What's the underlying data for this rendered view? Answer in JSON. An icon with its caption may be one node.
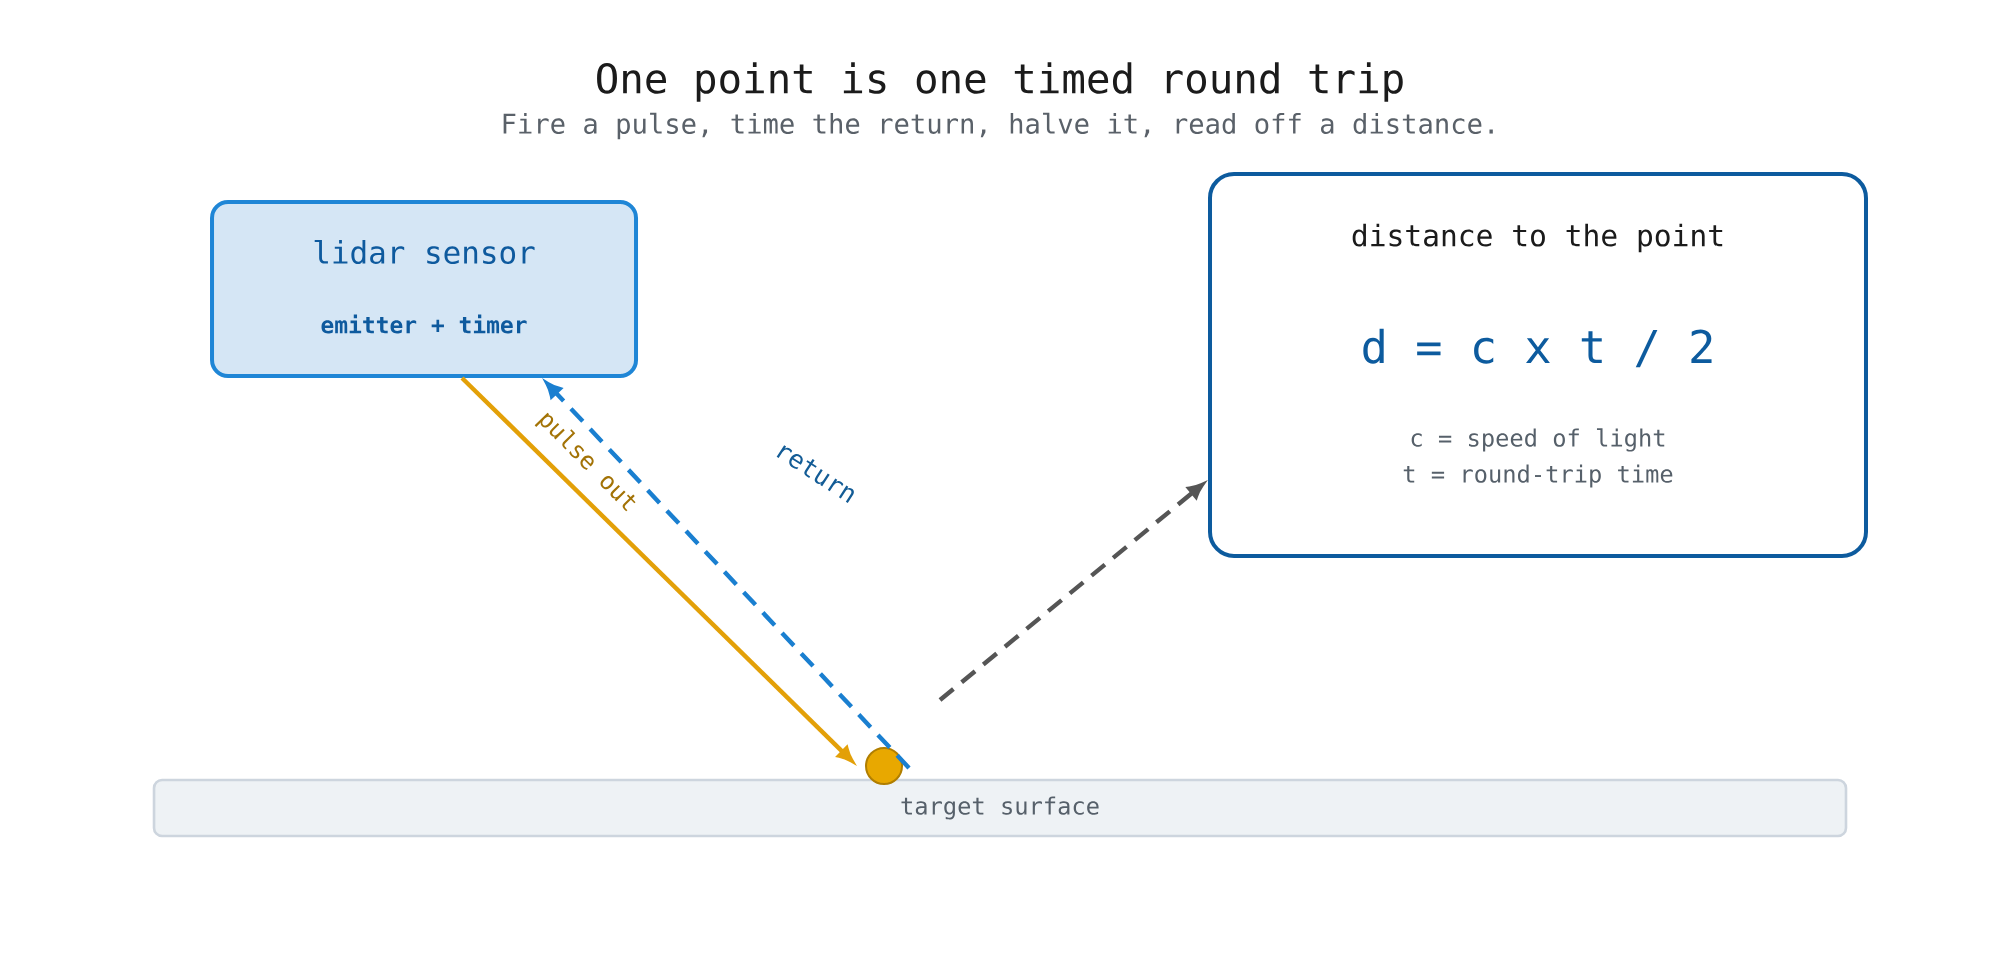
{
  "diagram": {
    "title": "One point is one timed round trip",
    "nodes": [
      {
        "text": [
          "lidar sensor",
          "emitter + timer"
        ]
      },
      {
        "text": [
          "distance to the point",
          "d = c x t / 2",
          "c = speed of light",
          "t = round-trip time"
        ]
      },
      {
        "text": [
          "target surface"
        ]
      },
      {
        "text": [],
        "shape": "circle"
      }
    ],
    "edges": [
      {
        "from": 0,
        "to": 3,
        "arrow": "to",
        "label": "pulse out",
        "color": "#e3a008"
      },
      {
        "from": 3,
        "to": 0,
        "arrow": "to",
        "label": "return",
        "style": "dashed",
        "color": "#1a7fd0"
      },
      {
        "from": 3,
        "to": 1,
        "arrow": "to",
        "style": "dashed",
        "color": "#555555"
      }
    ],
    "labels": [
      "Fire a pulse, time the return, halve it, read off a distance."
    ]
  }
}
